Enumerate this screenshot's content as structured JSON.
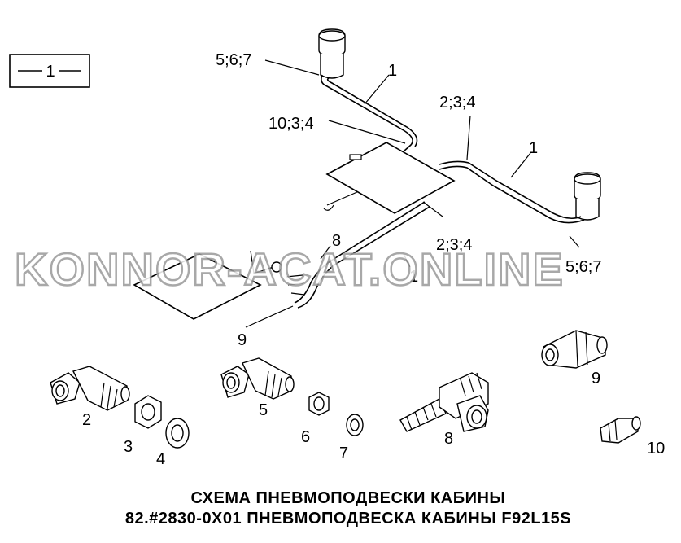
{
  "legend": {
    "label": "1"
  },
  "callouts": {
    "c567_top": "5;6;7",
    "c1_top": "1",
    "c234_top": "2;3;4",
    "c1034": "10;3;4",
    "c1_right": "1",
    "c234_mid": "2;3;4",
    "c567_right": "5;6;7",
    "c8": "8",
    "c1_mid": "1",
    "c9_left": "9"
  },
  "parts": {
    "p2": "2",
    "p3": "3",
    "p4": "4",
    "p5": "5",
    "p6": "6",
    "p7": "7",
    "p8": "8",
    "p9": "9",
    "p10": "10"
  },
  "watermark": "KONNOR-ACAT.ONLINE",
  "title": {
    "line1": "СХЕМА ПНЕВМОПОДВЕСКИ КАБИНЫ",
    "line2": "82.#2830-0X01 ПНЕВМОПОДВЕСКА КАБИНЫ F92L15S"
  }
}
